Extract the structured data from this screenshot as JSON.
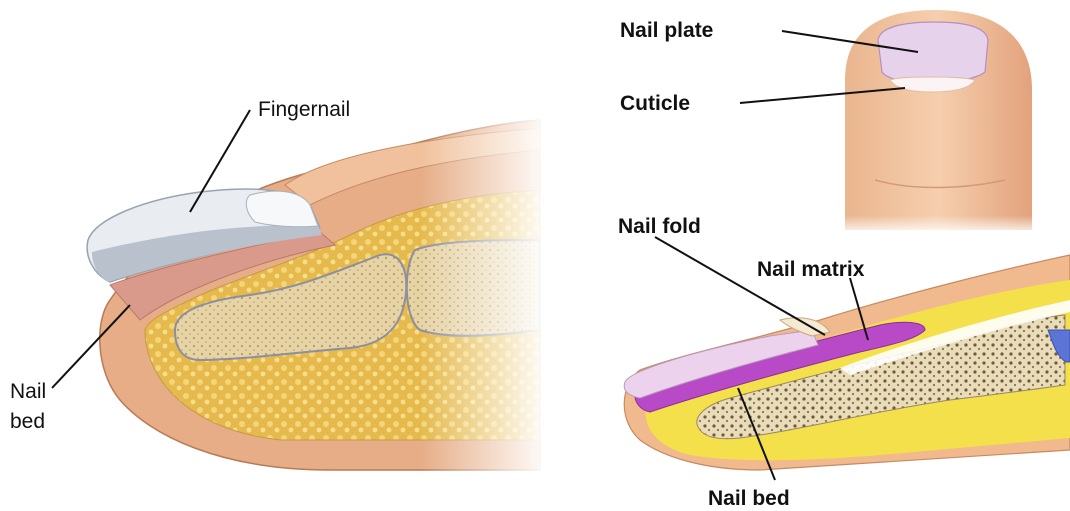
{
  "left_figure": {
    "labels": {
      "fingernail": "Fingernail",
      "nail_bed_line1": "Nail",
      "nail_bed_line2": "bed"
    }
  },
  "right_figure": {
    "labels": {
      "nail_plate": "Nail plate",
      "cuticle": "Cuticle",
      "nail_fold": "Nail fold",
      "nail_matrix": "Nail matrix",
      "nail_bed": "Nail bed"
    }
  },
  "colors": {
    "skin": "#e8b48c",
    "skin_dark": "#c98c64",
    "nail": "#e6e9ee",
    "fat": "#e8c25a",
    "bone": "#e2d2a8",
    "fat_yellow": "#f2dc3a",
    "matrix_purple": "#b84ac8",
    "nail_pink": "#e9c8e6"
  }
}
